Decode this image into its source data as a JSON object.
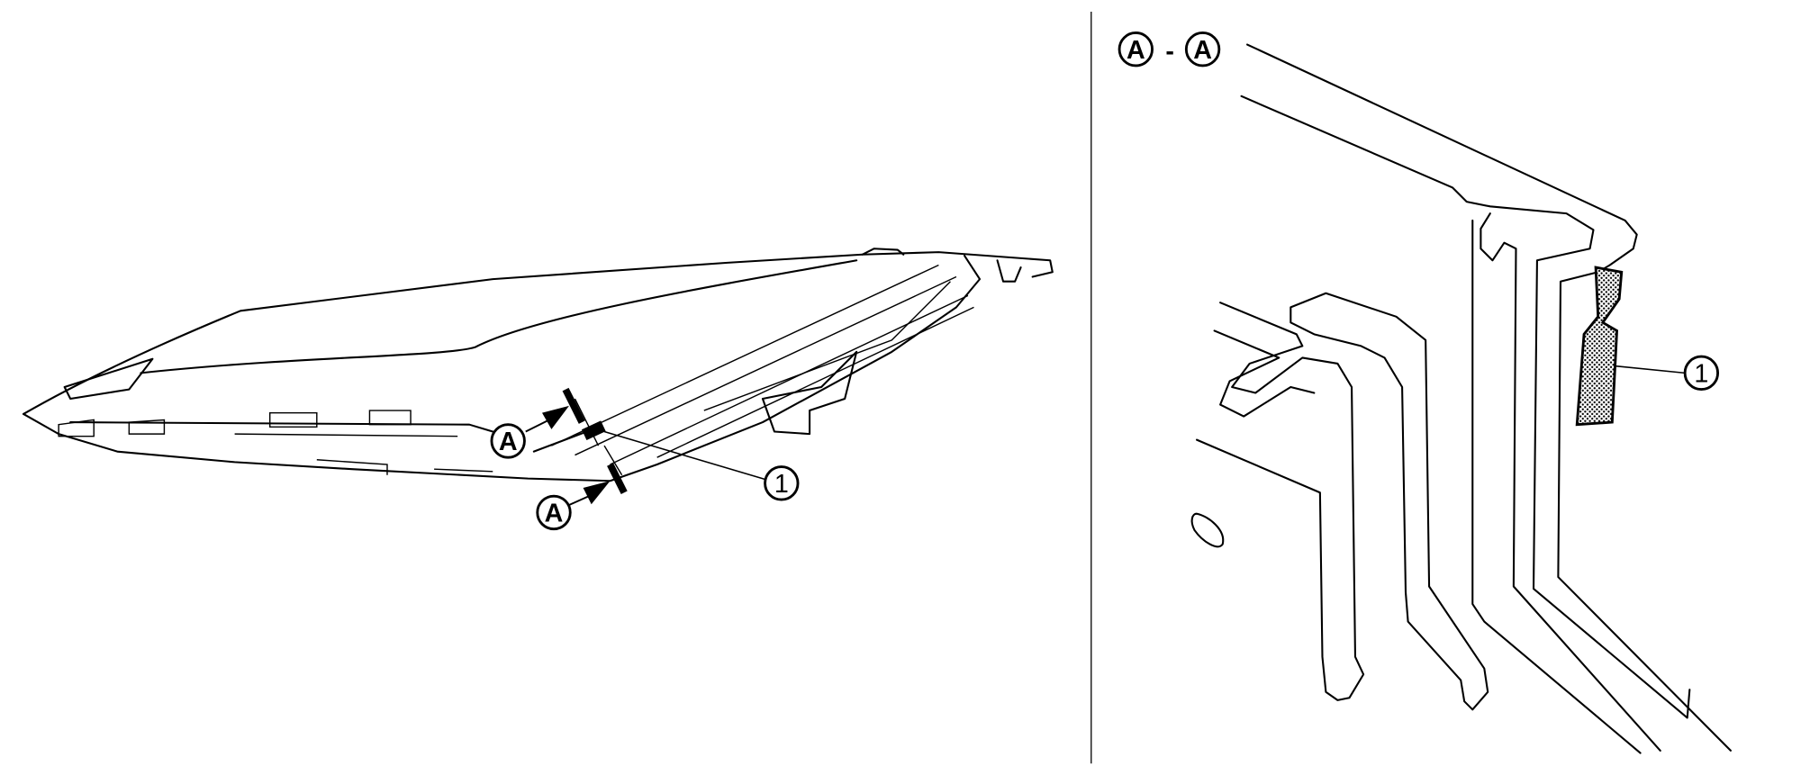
{
  "left_view": {
    "section_marker_top": "A",
    "section_marker_bottom": "A",
    "part_callout": "1"
  },
  "right_view": {
    "section_title_from": "A",
    "section_title_separator": "-",
    "section_title_to": "A",
    "part_callout": "1"
  }
}
